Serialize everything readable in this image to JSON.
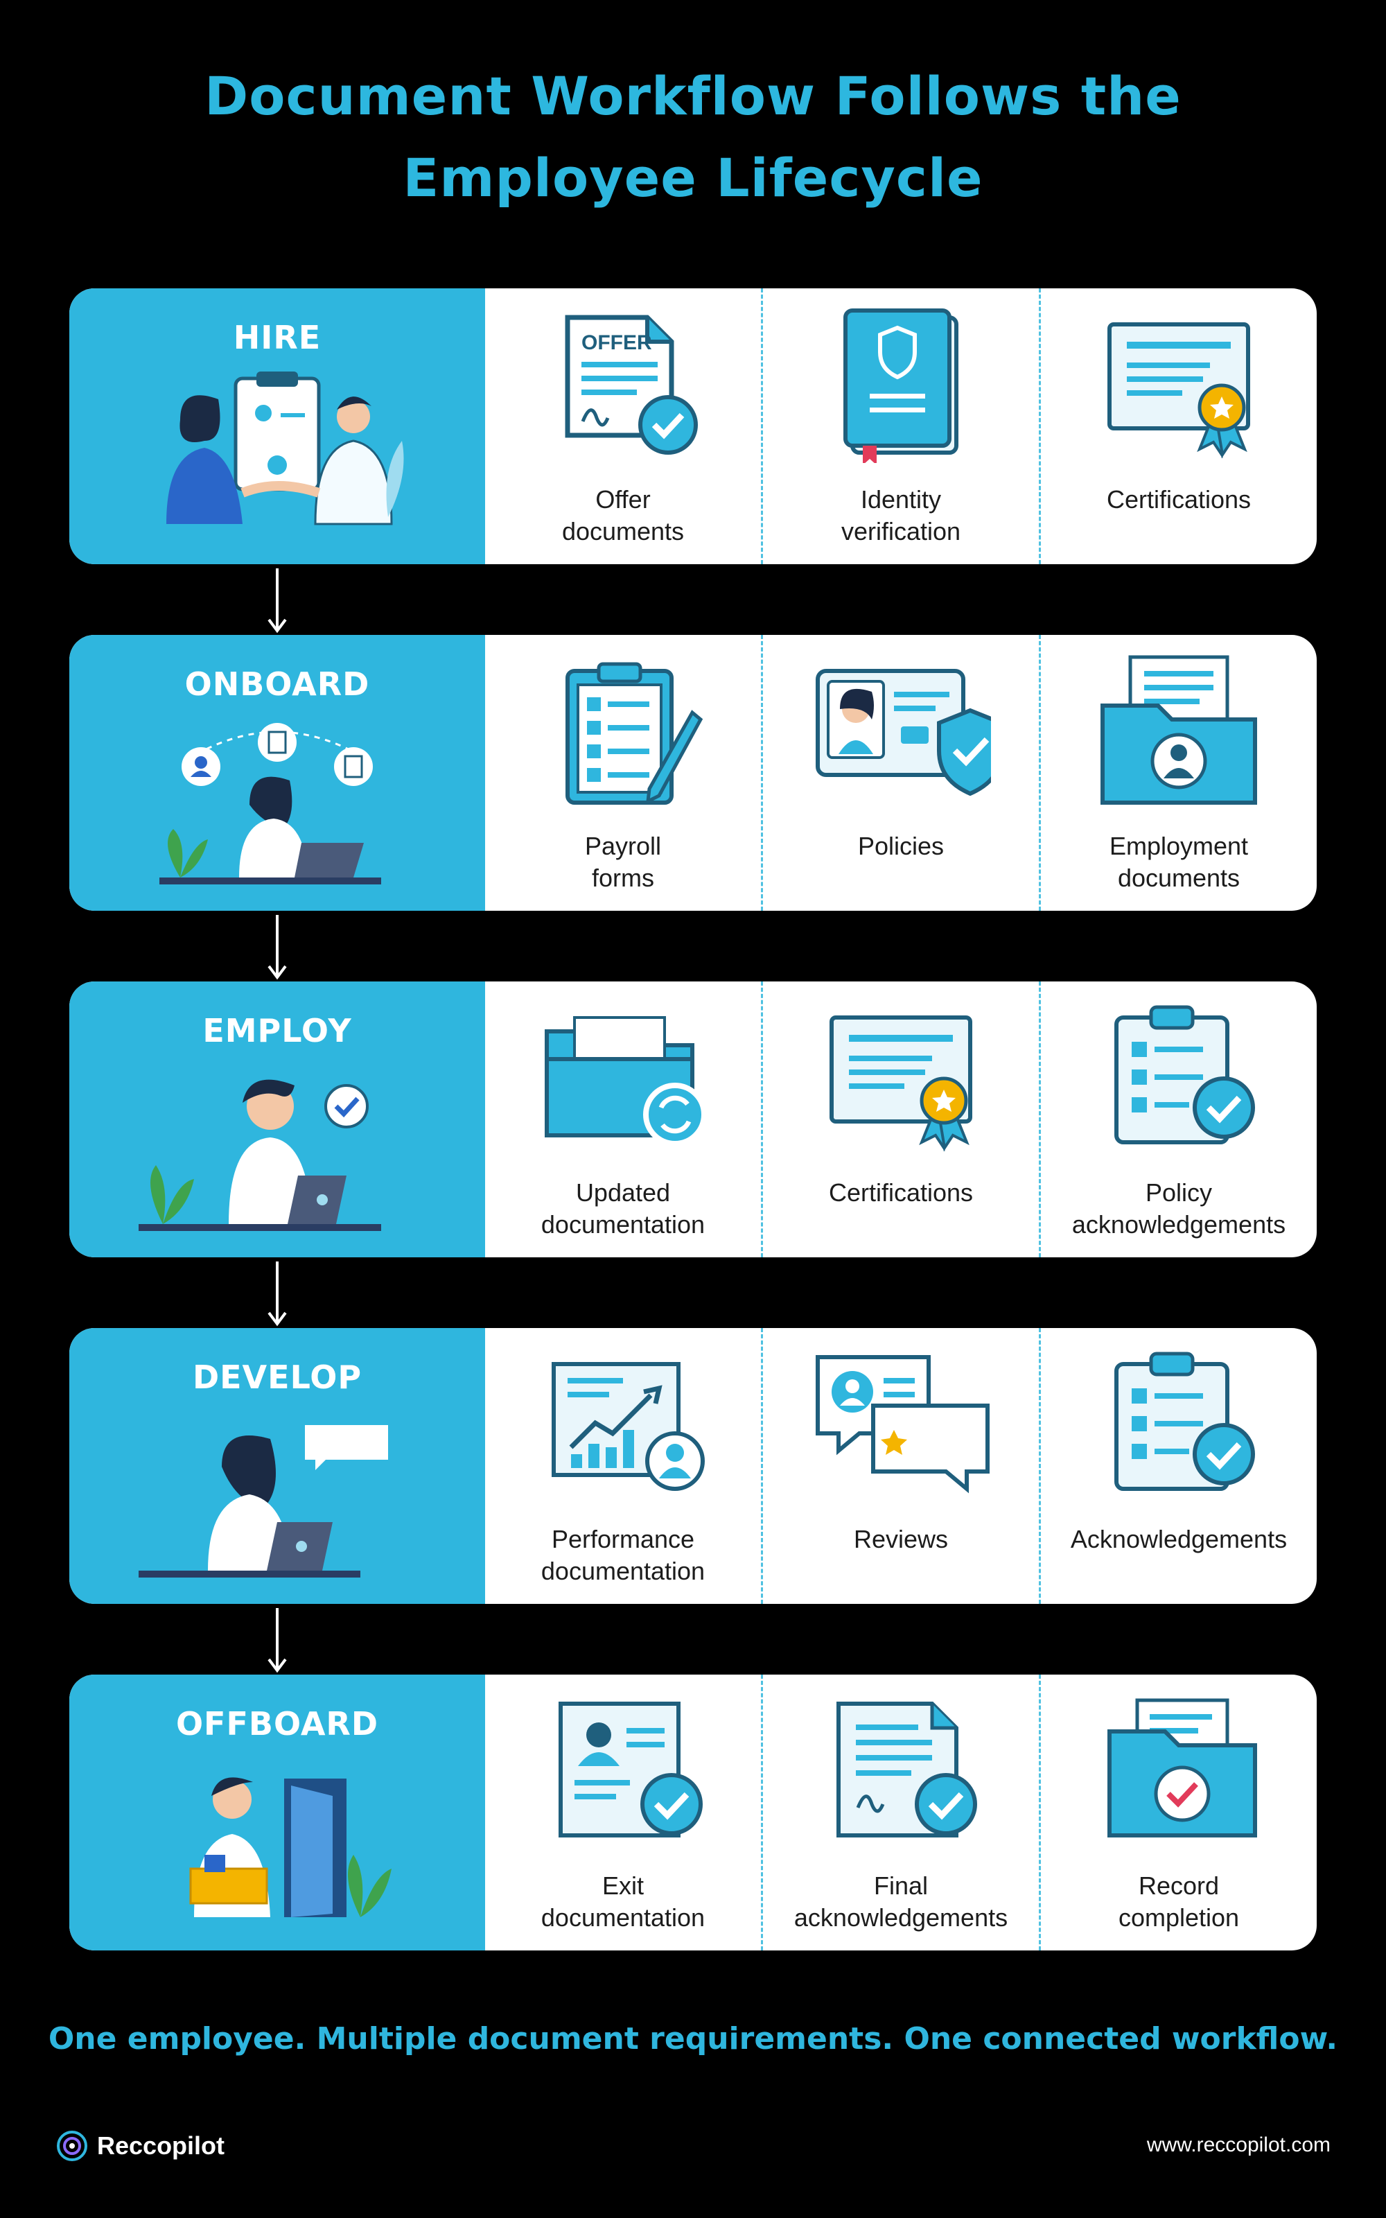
{
  "title": {
    "line1": "Document Workflow Follows the",
    "line2": "Employee Lifecycle"
  },
  "stages": [
    {
      "name": "HIRE",
      "items": [
        {
          "label": "Offer\ndocuments",
          "icon": "offer-document-icon",
          "badge": "OFFER"
        },
        {
          "label": "Identity\nverification",
          "icon": "identity-book-icon"
        },
        {
          "label": "Certifications",
          "icon": "certificate-icon"
        }
      ]
    },
    {
      "name": "ONBOARD",
      "items": [
        {
          "label": "Payroll\nforms",
          "icon": "clipboard-pen-icon"
        },
        {
          "label": "Policies",
          "icon": "id-card-shield-icon"
        },
        {
          "label": "Employment\ndocuments",
          "icon": "folder-person-icon"
        }
      ]
    },
    {
      "name": "EMPLOY",
      "items": [
        {
          "label": "Updated\ndocumentation",
          "icon": "folder-sync-icon"
        },
        {
          "label": "Certifications",
          "icon": "certificate-icon"
        },
        {
          "label": "Policy\nacknowledgements",
          "icon": "clipboard-check-icon"
        }
      ]
    },
    {
      "name": "DEVELOP",
      "items": [
        {
          "label": "Performance\ndocumentation",
          "icon": "growth-chart-icon"
        },
        {
          "label": "Reviews",
          "icon": "review-bubbles-icon"
        },
        {
          "label": "Acknowledgements",
          "icon": "clipboard-check-icon"
        }
      ]
    },
    {
      "name": "OFFBOARD",
      "items": [
        {
          "label": "Exit\ndocumentation",
          "icon": "exit-document-icon"
        },
        {
          "label": "Final\nacknowledgements",
          "icon": "signed-document-icon"
        },
        {
          "label": "Record\ncompletion",
          "icon": "folder-check-icon"
        }
      ]
    }
  ],
  "tagline": "One employee. Multiple document requirements. One connected workflow.",
  "brand": {
    "name": "Reccopilot",
    "url": "www.reccopilot.com"
  },
  "colors": {
    "accent": "#2fb6de",
    "background": "#000000",
    "card": "#ffffff",
    "dark": "#1f5f7d"
  }
}
